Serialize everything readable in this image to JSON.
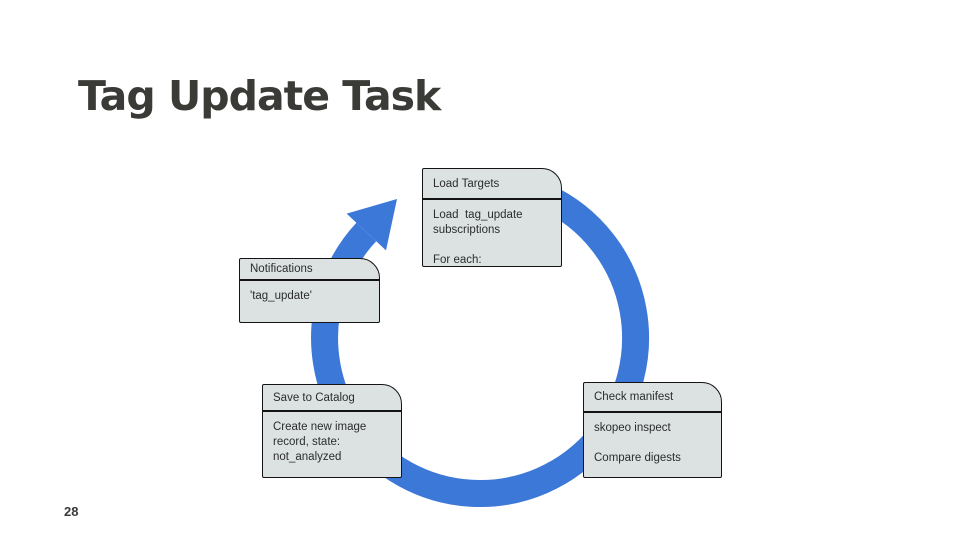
{
  "slide": {
    "title": "Tag Update Task",
    "page_number": "28"
  },
  "diagram": {
    "arrow_color": "#3C78D8",
    "node_fill": "#DCE2E2",
    "node_border_color": "#141414",
    "nodes": [
      {
        "id": "load-targets",
        "header": "Load Targets",
        "lines": [
          "Load  tag_update subscriptions",
          "For each:"
        ]
      },
      {
        "id": "notifications",
        "header": "Notifications",
        "lines": [
          "'tag_update'"
        ]
      },
      {
        "id": "save-to-catalog",
        "header": "Save to Catalog",
        "lines": [
          "Create new image record, state: not_analyzed"
        ]
      },
      {
        "id": "check-manifest",
        "header": "Check manifest",
        "lines": [
          "skopeo inspect",
          "Compare digests"
        ]
      }
    ]
  }
}
